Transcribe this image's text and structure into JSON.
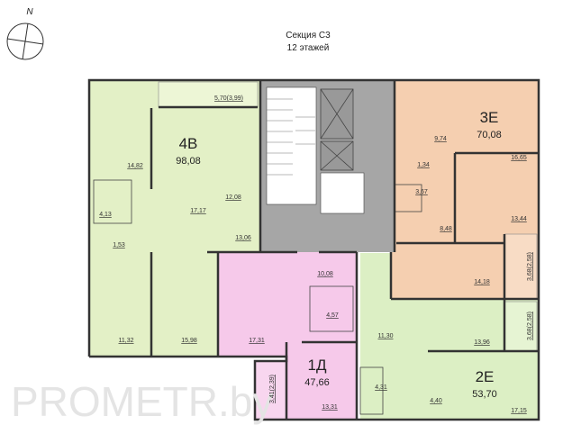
{
  "header": {
    "section": "Секция С3",
    "floors": "12 этажей",
    "north": "N"
  },
  "watermark": "PROMETR.by",
  "colors": {
    "apt_4b": "#e3f0c6",
    "apt_1d": "#f6c9ea",
    "apt_3e": "#f5cfb0",
    "apt_2e": "#dcefc4",
    "core": "#a6a6a6"
  },
  "apartments": {
    "a4b": {
      "name": "4В",
      "total": "98,08",
      "rooms": [
        "5,70(3,99)",
        "14,82",
        "12,08",
        "17,17",
        "4,13",
        "1,53",
        "13,06",
        "11,32",
        "15,98"
      ]
    },
    "a1d": {
      "name": "1Д",
      "total": "47,66",
      "rooms": [
        "10,08",
        "4,57",
        "17,31",
        "3,41(2,39)",
        "13,31"
      ]
    },
    "a3e": {
      "name": "3Е",
      "total": "70,08",
      "rooms": [
        "9,74",
        "16,65",
        "1,34",
        "3,67",
        "13,44",
        "8,48",
        "14,18",
        "3,68(2,58)"
      ]
    },
    "a2e": {
      "name": "2Е",
      "total": "53,70",
      "rooms": [
        "11,30",
        "13,96",
        "3,68(2,58)",
        "4,31",
        "4,40",
        "17,15"
      ]
    }
  }
}
